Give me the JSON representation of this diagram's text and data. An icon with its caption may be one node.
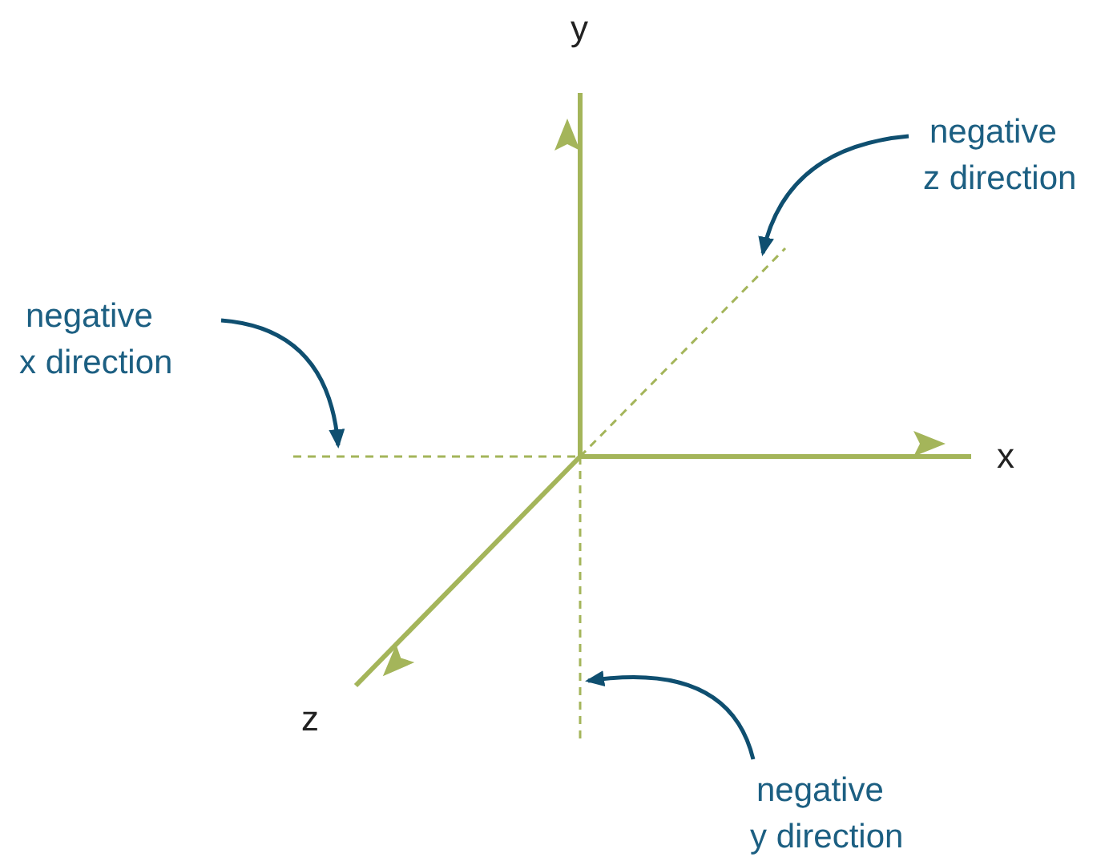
{
  "diagram": {
    "nodes": [
      {
        "text": [
          "negative z direction"
        ]
      },
      {
        "text": [
          "negative x direction"
        ]
      },
      {
        "text": [
          "negative y direction"
        ]
      }
    ],
    "edges": [
      {
        "from": 0,
        "to": null,
        "arrow": "to"
      },
      {
        "from": 1,
        "to": null,
        "arrow": "to"
      },
      {
        "from": 2,
        "to": null,
        "arrow": "to"
      }
    ],
    "labels": [
      "y",
      "x",
      "z"
    ]
  }
}
